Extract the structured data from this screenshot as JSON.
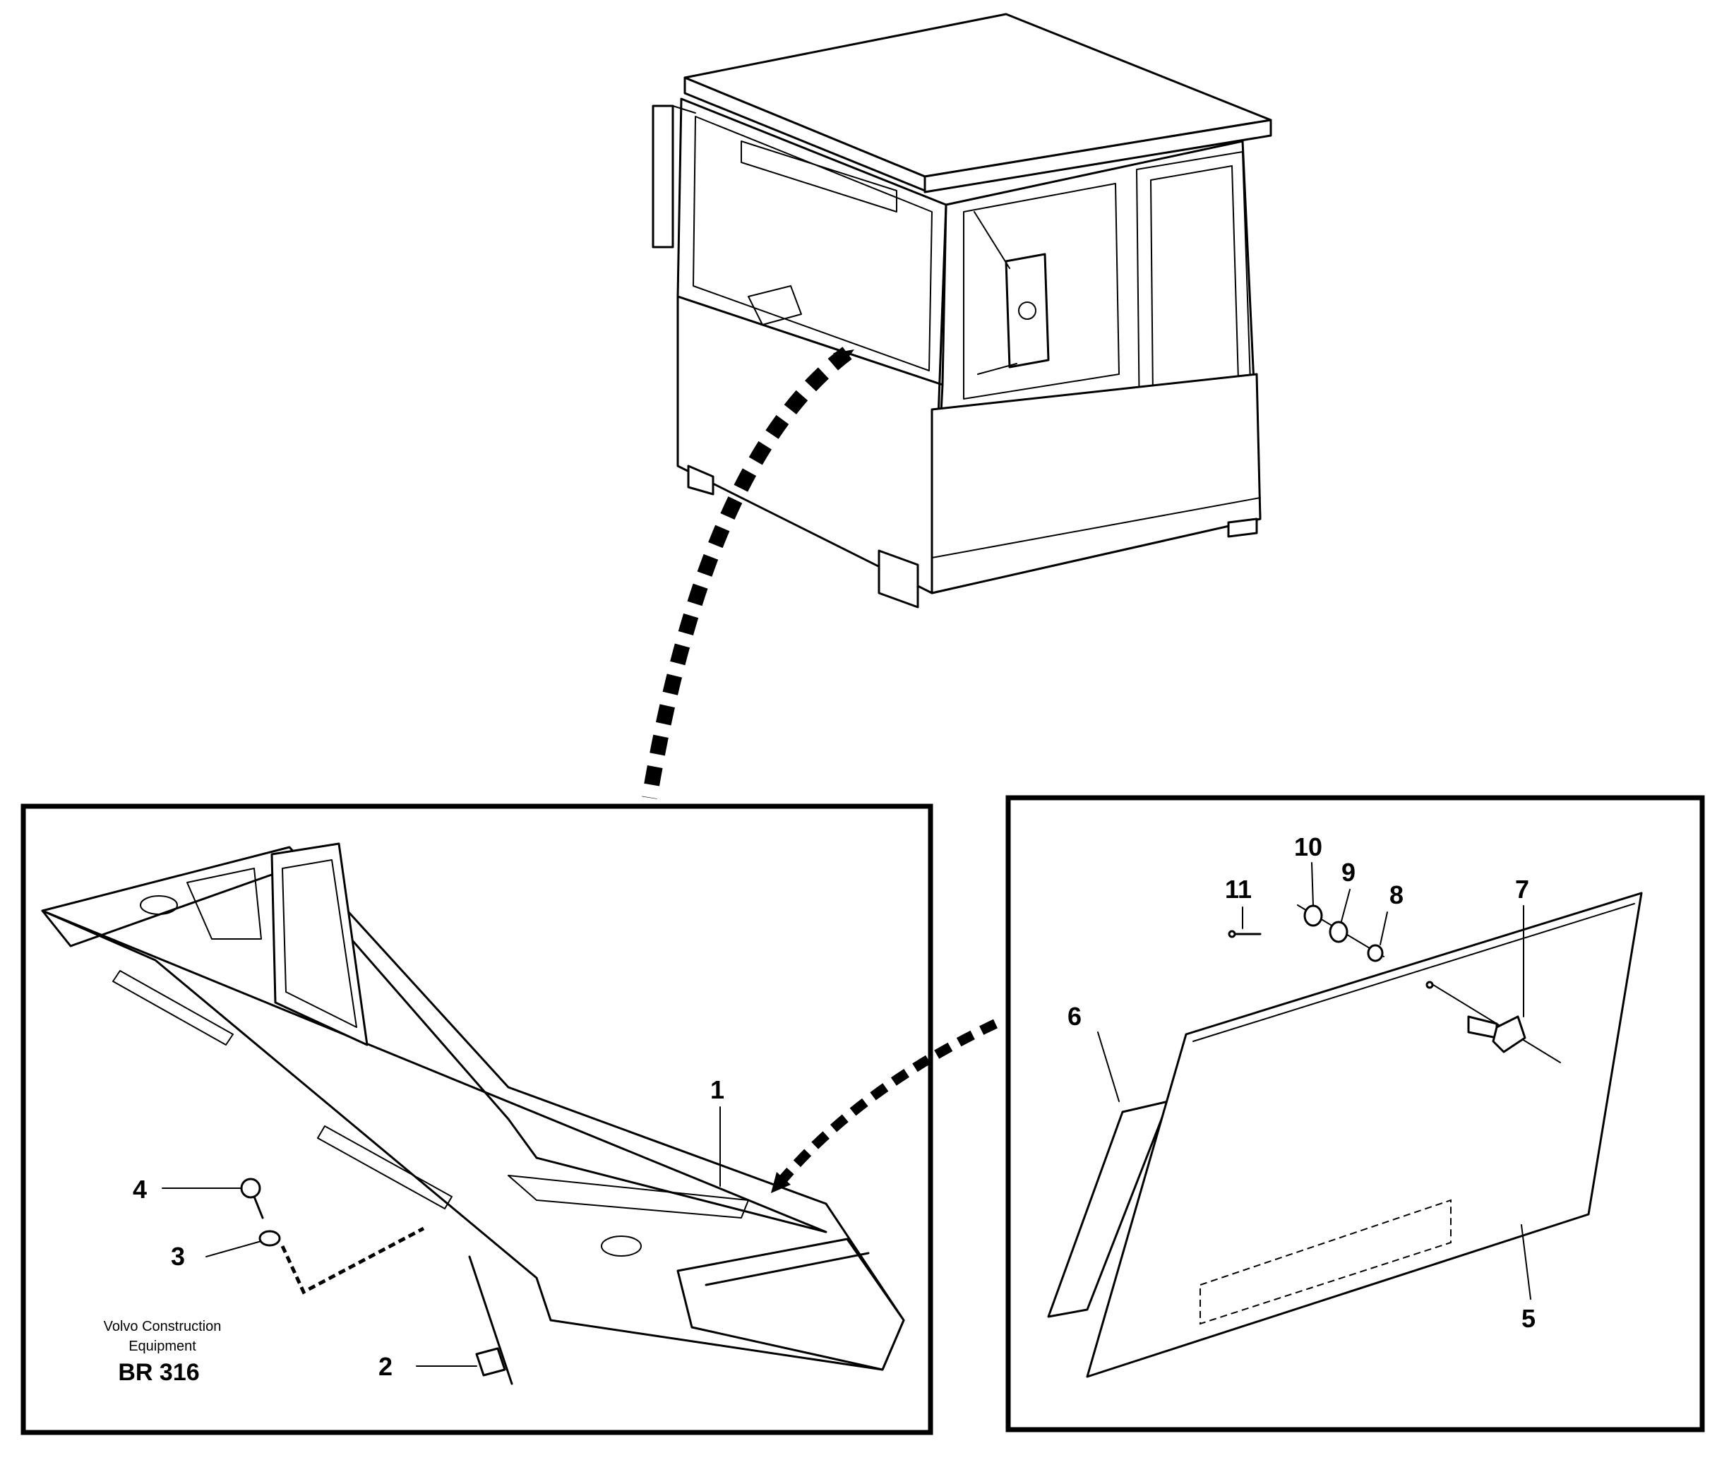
{
  "callouts": {
    "c1": "1",
    "c2": "2",
    "c3": "3",
    "c4": "4",
    "c5": "5",
    "c6": "6",
    "c7": "7",
    "c8": "8",
    "c9": "9",
    "c10": "10",
    "c11": "11"
  },
  "caption": {
    "line1": "Volvo Construction",
    "line2": "Equipment",
    "code": "BR 316"
  }
}
